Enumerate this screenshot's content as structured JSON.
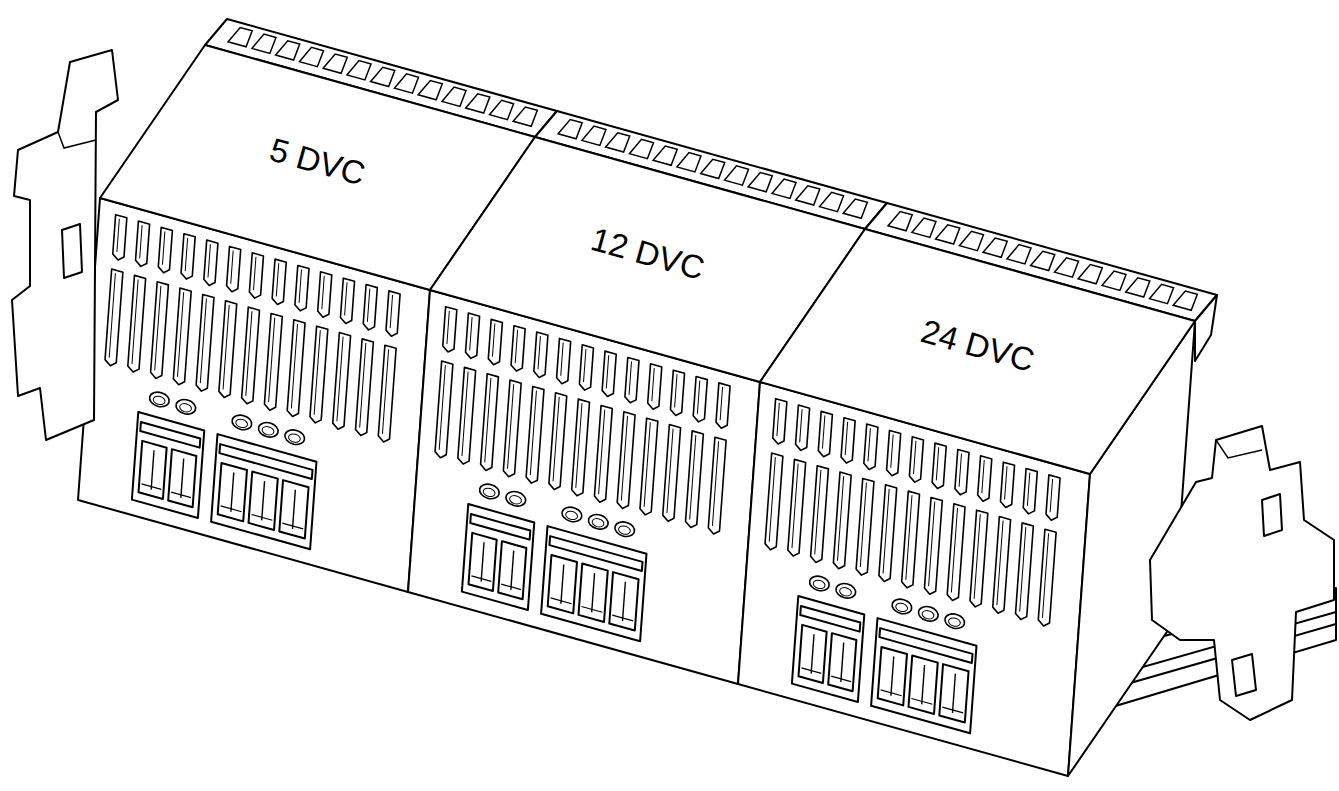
{
  "diagram": {
    "nodes": [
      {
        "text": [
          "5 DVC"
        ]
      },
      {
        "text": [
          "12 DVC"
        ]
      },
      {
        "text": [
          "24 DVC"
        ]
      }
    ]
  }
}
